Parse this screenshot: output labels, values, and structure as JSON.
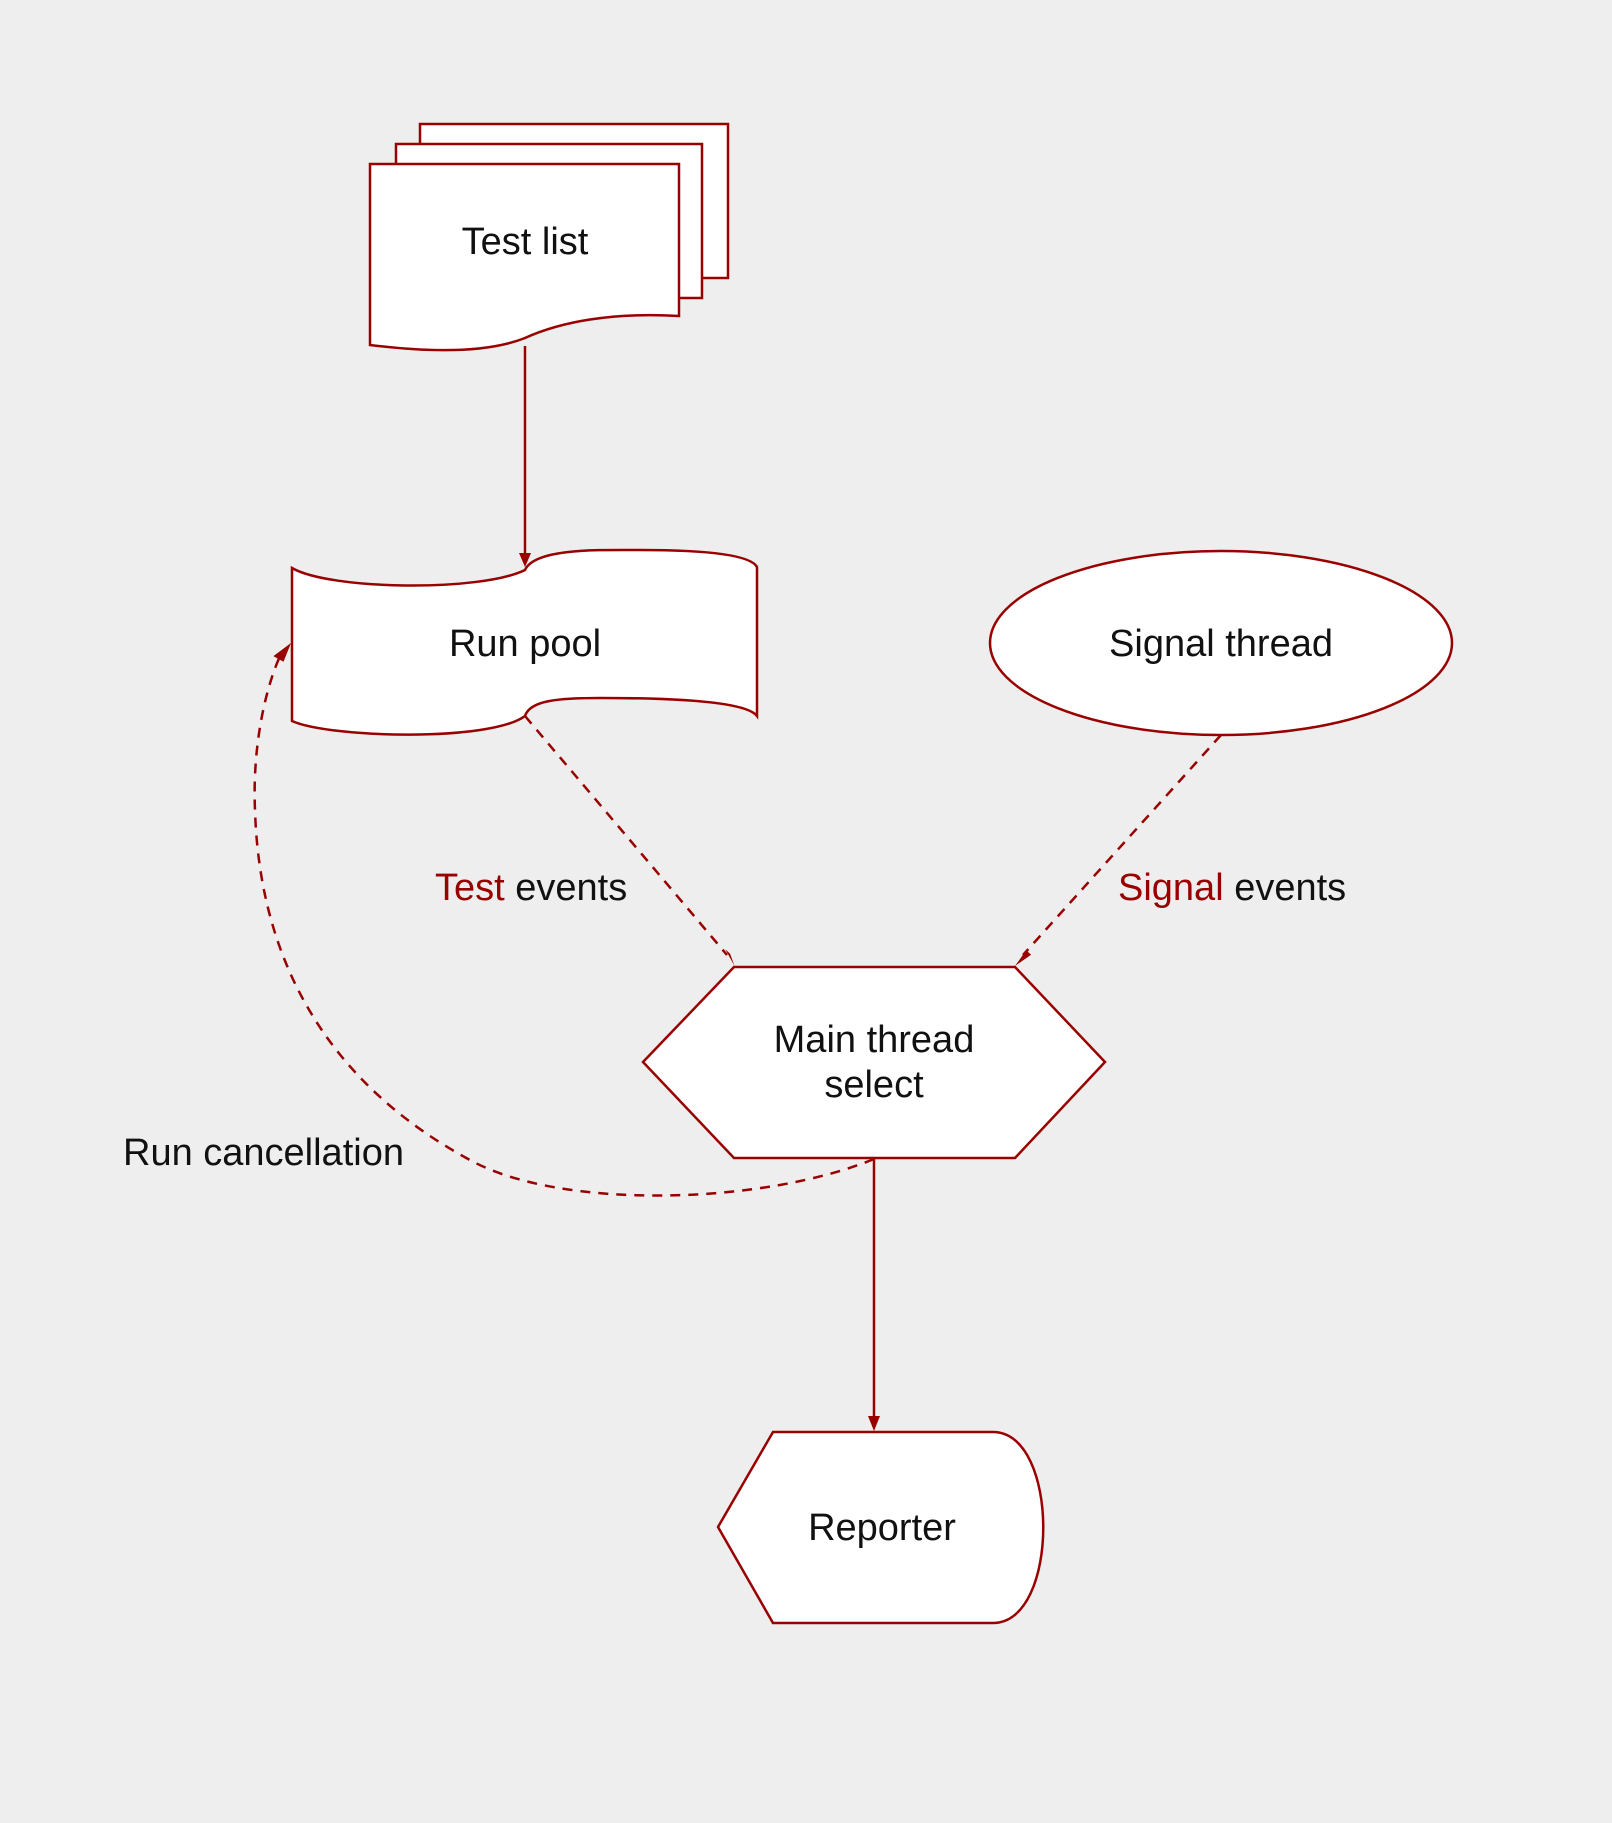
{
  "colors": {
    "background": "#eeeeee",
    "node_fill": "#ffffff",
    "accent": "#990000",
    "text": "#111111"
  },
  "nodes": {
    "test_list": {
      "label": "Test list",
      "shape": "multi-document"
    },
    "run_pool": {
      "label": "Run pool",
      "shape": "punched-tape"
    },
    "signal_thread": {
      "label": "Signal thread",
      "shape": "ellipse"
    },
    "main_select": {
      "line1": "Main thread",
      "line2": "select",
      "shape": "hexagon"
    },
    "reporter": {
      "label": "Reporter",
      "shape": "display"
    }
  },
  "edges": {
    "test_events": {
      "highlight": "Test",
      "rest": " events",
      "style": "dashed"
    },
    "signal_events": {
      "highlight": "Signal",
      "rest": " events",
      "style": "dashed"
    },
    "run_cancellation": {
      "label": "Run cancellation",
      "style": "dashed"
    }
  }
}
